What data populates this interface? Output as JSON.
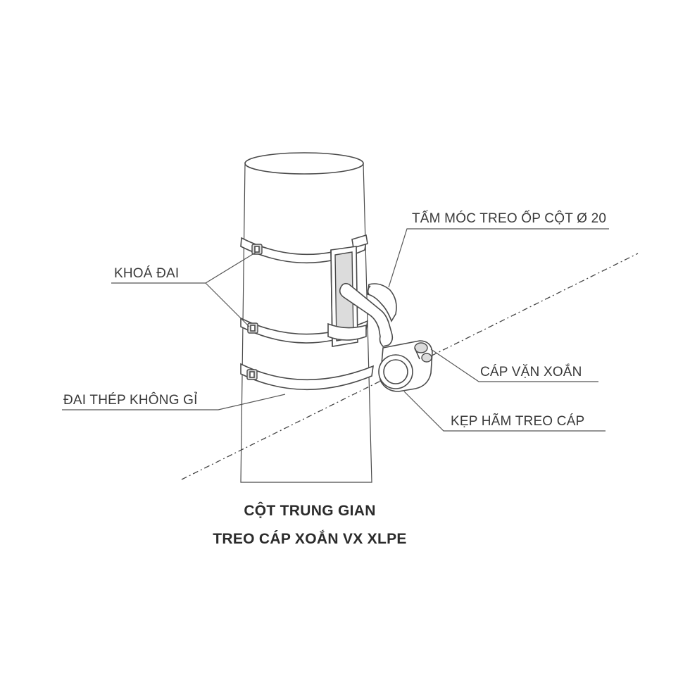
{
  "labels": {
    "mounting_plate": "TẤM MÓC TREO ỐP CỘT Ø 20",
    "band_lock": "KHOÁ ĐAI",
    "twisted_cable": "CÁP VẶN XOẮN",
    "stainless_band": "ĐAI THÉP KHÔNG GỈ",
    "suspension_clamp": "KẸP HÃM TREO CÁP"
  },
  "title": {
    "line1": "CỘT TRUNG GIAN",
    "line2": "TREO CÁP XOẮN VX XLPE"
  }
}
